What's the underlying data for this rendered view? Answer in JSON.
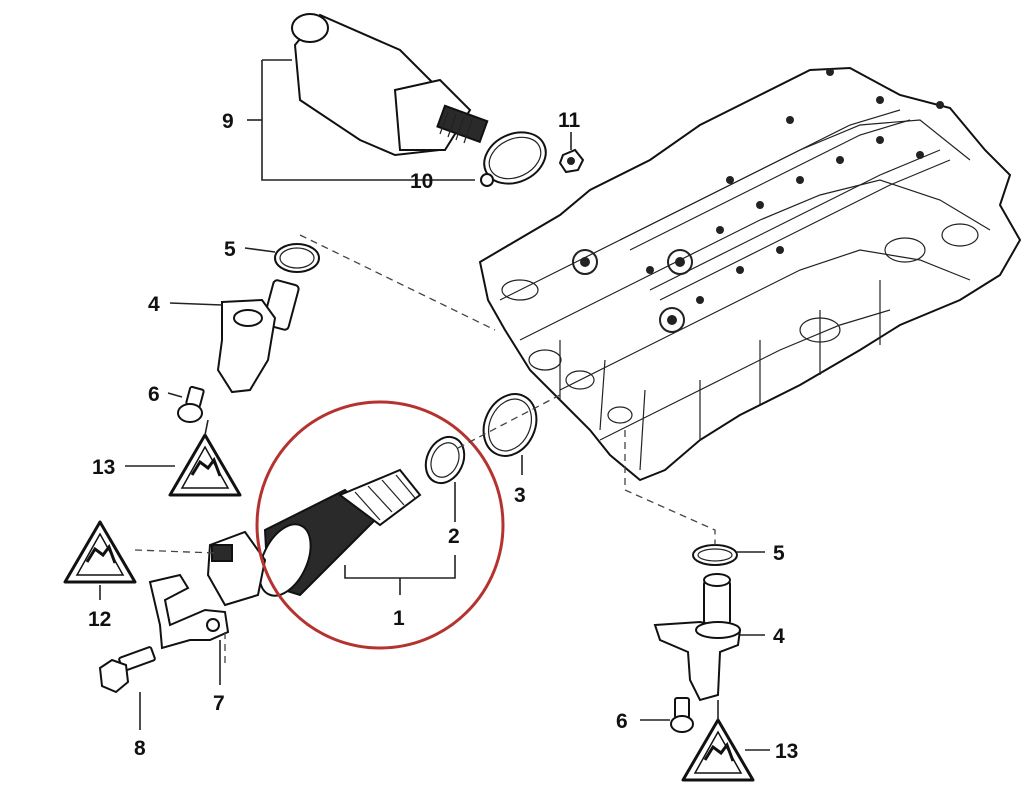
{
  "labels": {
    "l1": "1",
    "l2": "2",
    "l3": "3",
    "l4a": "4",
    "l4b": "4",
    "l5a": "5",
    "l5b": "5",
    "l6a": "6",
    "l6b": "6",
    "l7": "7",
    "l8": "8",
    "l9": "9",
    "l10": "10",
    "l11": "11",
    "l12": "12",
    "l13a": "13",
    "l13b": "13"
  },
  "colors": {
    "highlight_circle": "#b5332e",
    "line": "#222222"
  },
  "icons": {
    "warning": "warning-triangle-icon"
  }
}
